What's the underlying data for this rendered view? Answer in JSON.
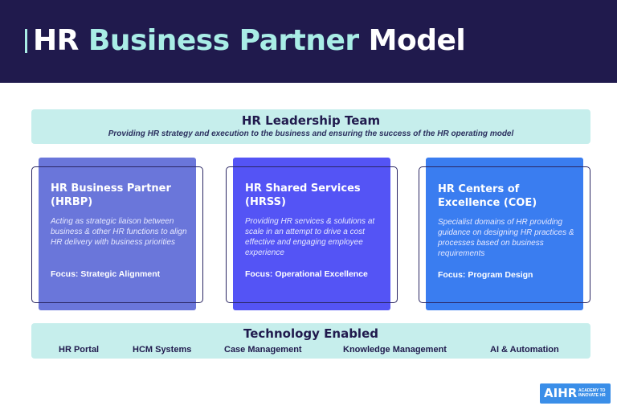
{
  "header": {
    "title_part1": "HR ",
    "title_accent": "Business Partner",
    "title_part2": " Model"
  },
  "leadership": {
    "title": "HR Leadership Team",
    "subtitle": "Providing HR strategy and execution to the business and ensuring the success of the HR operating model"
  },
  "cards": [
    {
      "title": "HR Business Partner (HRBP)",
      "description": "Acting as strategic liaison between business & other HR functions to align HR delivery with business priorities",
      "focus": "Focus: Strategic Alignment",
      "color": "#6a76da"
    },
    {
      "title": "HR Shared Services (HRSS)",
      "description": "Providing HR services & solutions at scale in an attempt to drive a cost effective and engaging employee experience",
      "focus": "Focus: Operational Excellence",
      "color": "#5454f5"
    },
    {
      "title": "HR Centers of Excellence (COE)",
      "description": "Specialist domains of HR providing guidance on designing HR practices & processes based on  business requirements",
      "focus": "Focus: Program Design",
      "color": "#3a7df0"
    }
  ],
  "technology": {
    "title": "Technology Enabled",
    "items": [
      "HR Portal",
      "HCM Systems",
      "Case Management",
      "Knowledge Management",
      "AI & Automation"
    ]
  },
  "logo": {
    "main": "AIHR",
    "sub": "ACADEMY TO INNOVATE HR"
  },
  "colors": {
    "header_bg": "#201a4d",
    "accent": "#a9ede6",
    "band_bg": "#c6eeec"
  }
}
